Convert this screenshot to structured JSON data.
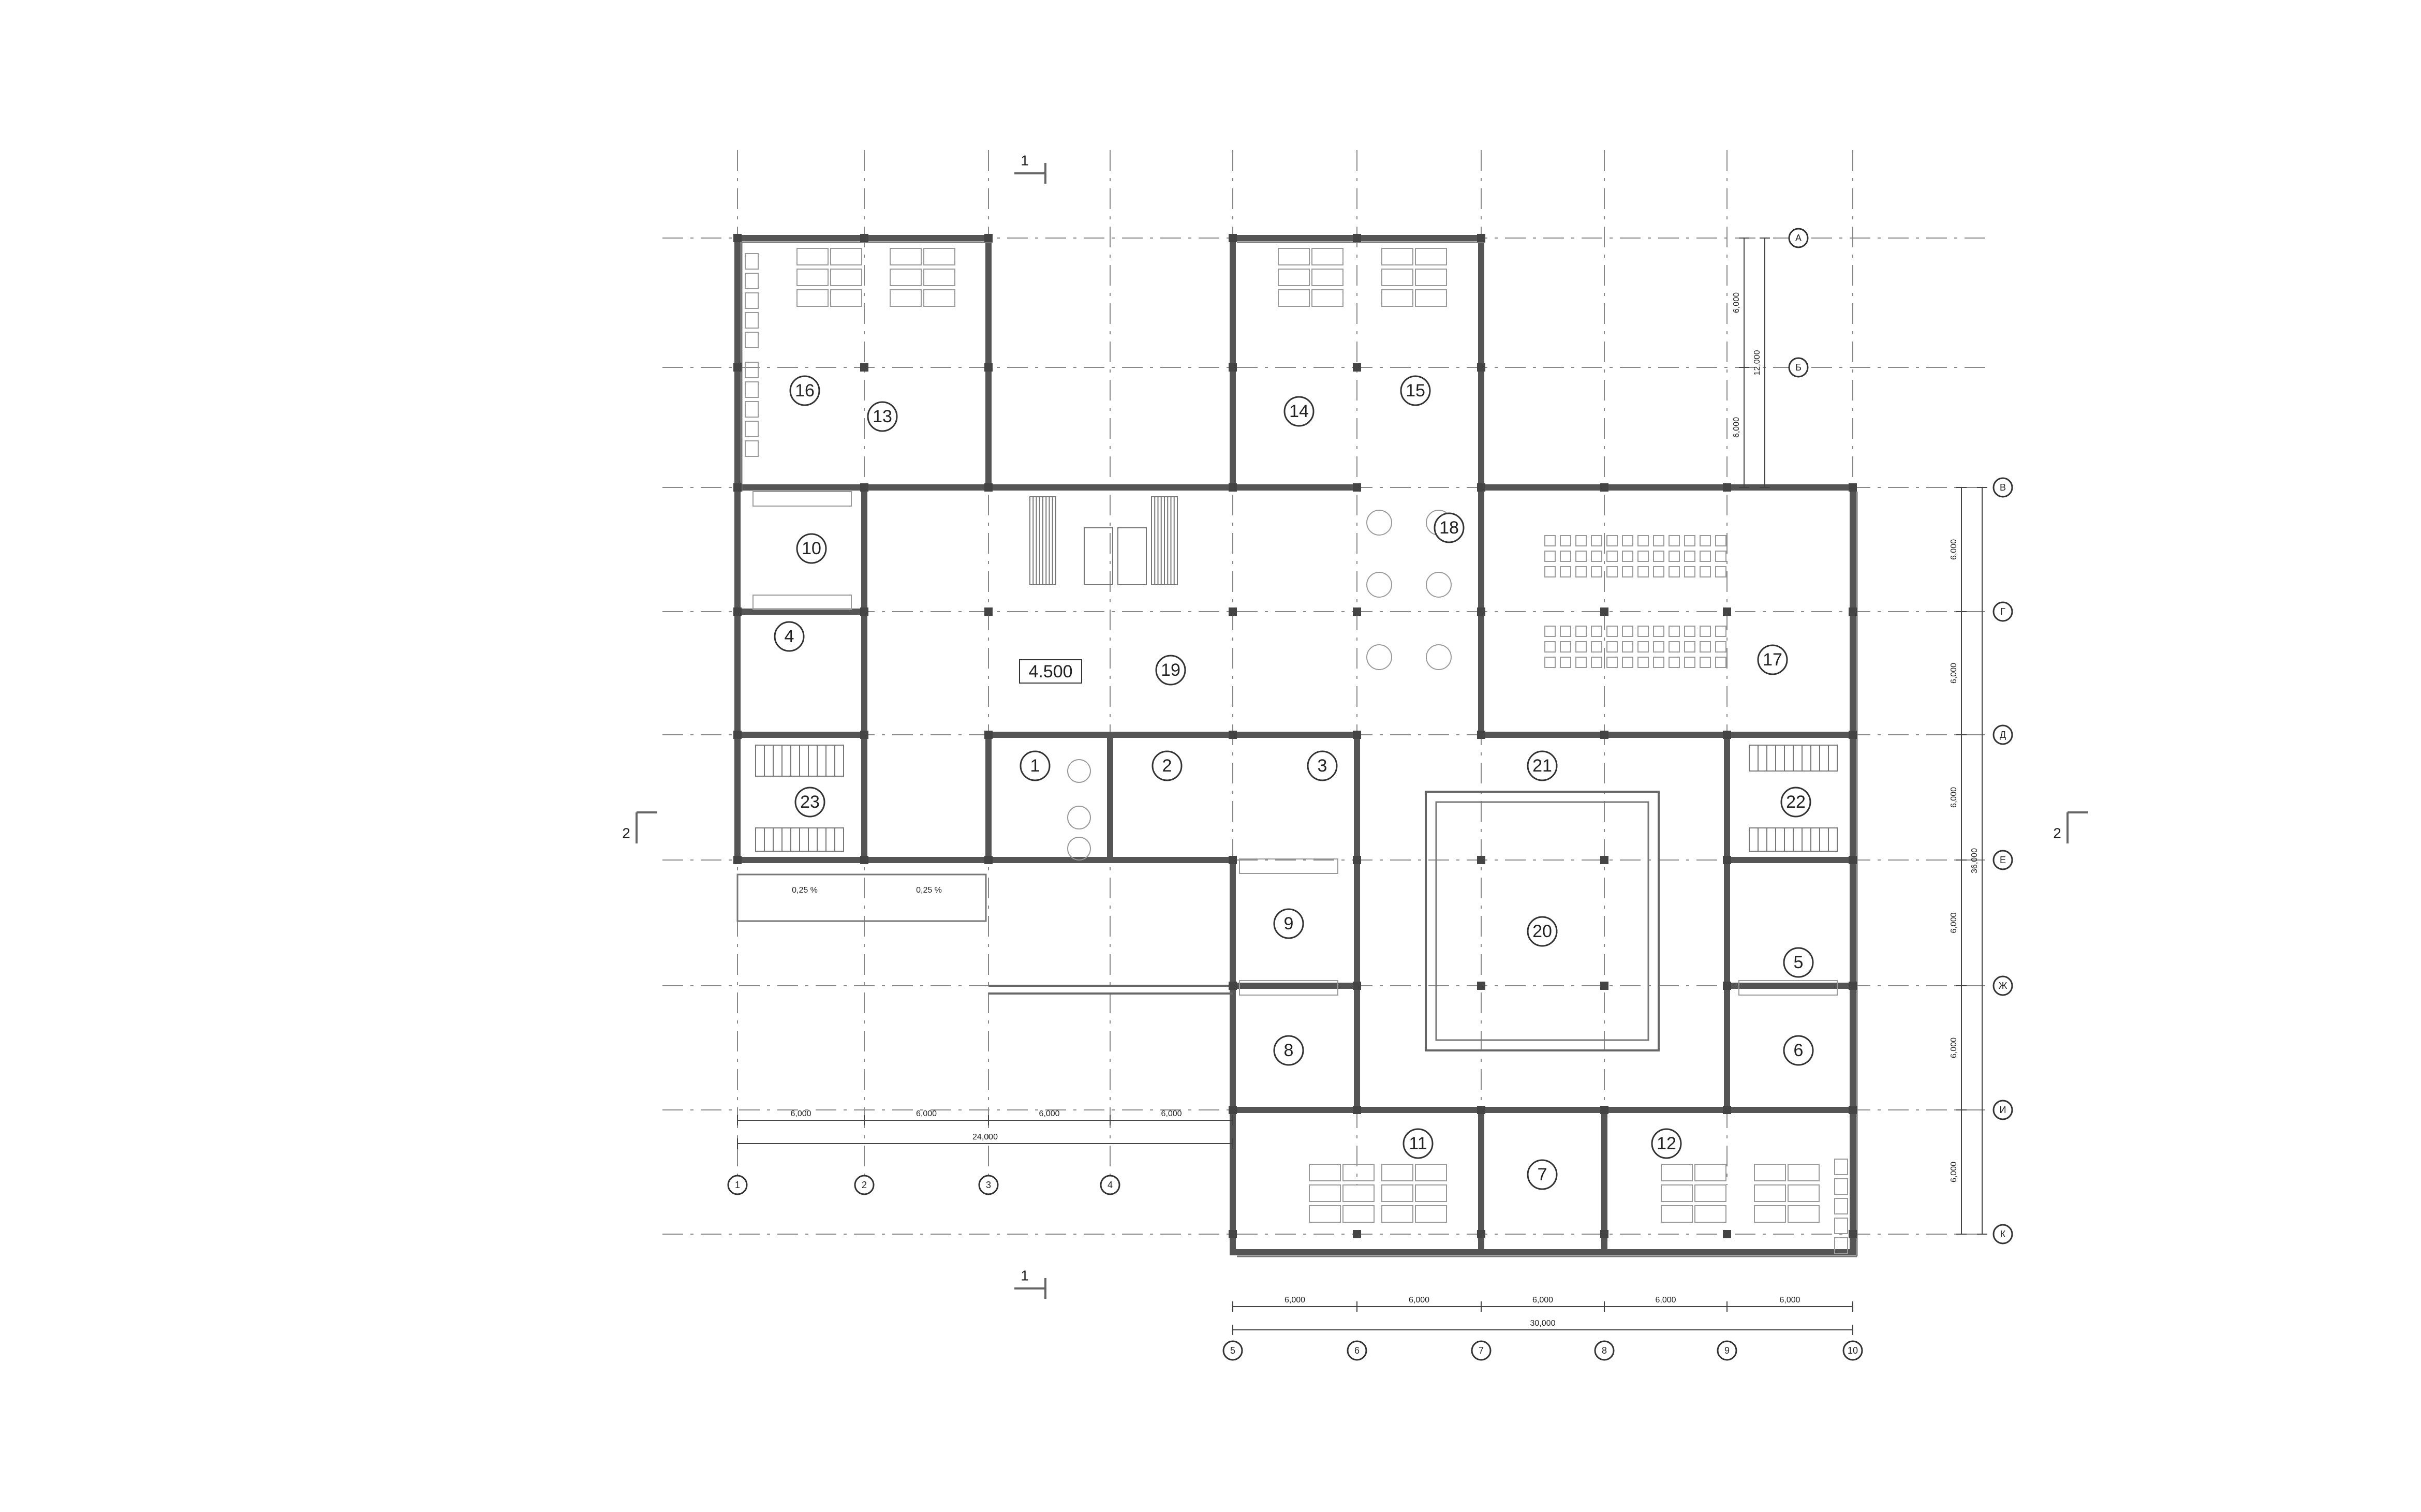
{
  "plan": {
    "elevation_label": "4.500",
    "rooms": [
      "1",
      "2",
      "3",
      "4",
      "5",
      "6",
      "7",
      "8",
      "9",
      "10",
      "11",
      "12",
      "13",
      "14",
      "15",
      "16",
      "17",
      "18",
      "19",
      "20",
      "21",
      "22",
      "23"
    ],
    "axes_numbers": [
      "1",
      "2",
      "3",
      "4",
      "5",
      "6",
      "7",
      "8",
      "9",
      "10"
    ],
    "axes_letters": [
      "А",
      "Б",
      "В",
      "Г",
      "Д",
      "Е",
      "Ж",
      "И",
      "К"
    ],
    "dimensions": {
      "bottom_left_spans": [
        "6,000",
        "6,000",
        "6,000",
        "6,000"
      ],
      "bottom_left_total": "24,000",
      "bottom_right_spans": [
        "6,000",
        "6,000",
        "6,000",
        "6,000",
        "6,000"
      ],
      "bottom_right_total": "30,000",
      "top_right_spans": [
        "6,000",
        "6,000"
      ],
      "top_right_total": "12,000",
      "right_spans": [
        "6,000",
        "6,000",
        "6,000",
        "6,000",
        "6,000",
        "6,000"
      ],
      "right_total": "36,000"
    },
    "slopes": [
      "0,25 %",
      "0,25 %"
    ],
    "section_marks": {
      "s1": "1",
      "s2": "2"
    }
  }
}
